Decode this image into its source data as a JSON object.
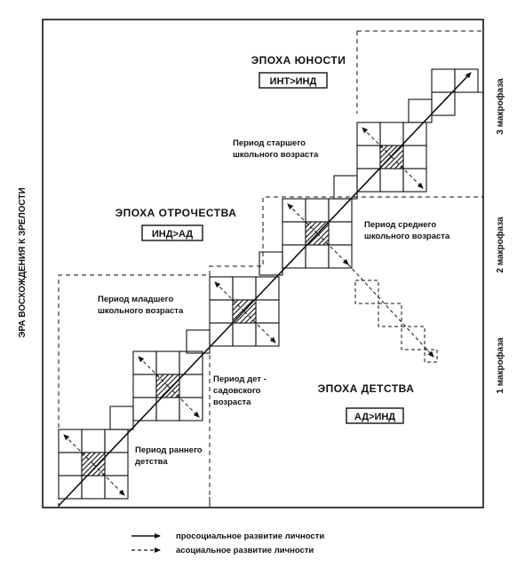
{
  "axis_label": "ЭРА ВОСХОЖДЕНИЯ К ЗРЕЛОСТИ",
  "epochs": {
    "youth": {
      "title": "ЭПОХА ЮНОСТИ",
      "ratio": "ИНТ>ИНД"
    },
    "adolescence": {
      "title": "ЭПОХА ОТРОЧЕСТВА",
      "ratio": "ИНД>АД"
    },
    "childhood": {
      "title": "ЭПОХА ДЕТСТВА",
      "ratio": "АД>ИНД"
    }
  },
  "periods": {
    "senior_line1": "Период старшего",
    "senior_line2": "школьного возраста",
    "middle_line1": "Период среднего",
    "middle_line2": "школьного возраста",
    "junior_line1": "Период младшего",
    "junior_line2": "школьного возраста",
    "preschool_line1": "Период дет -",
    "preschool_line2": "садовского",
    "preschool_line3": "возраста",
    "early_line1": "Период раннего",
    "early_line2": "детства"
  },
  "macrophases": {
    "third": "3 макрофаза",
    "second": "2 макрофаза",
    "first": "1 макрофаза"
  },
  "legend": {
    "prosocial": "просоциальное развитие личности",
    "asocial": "асоциальное развитие личности"
  }
}
